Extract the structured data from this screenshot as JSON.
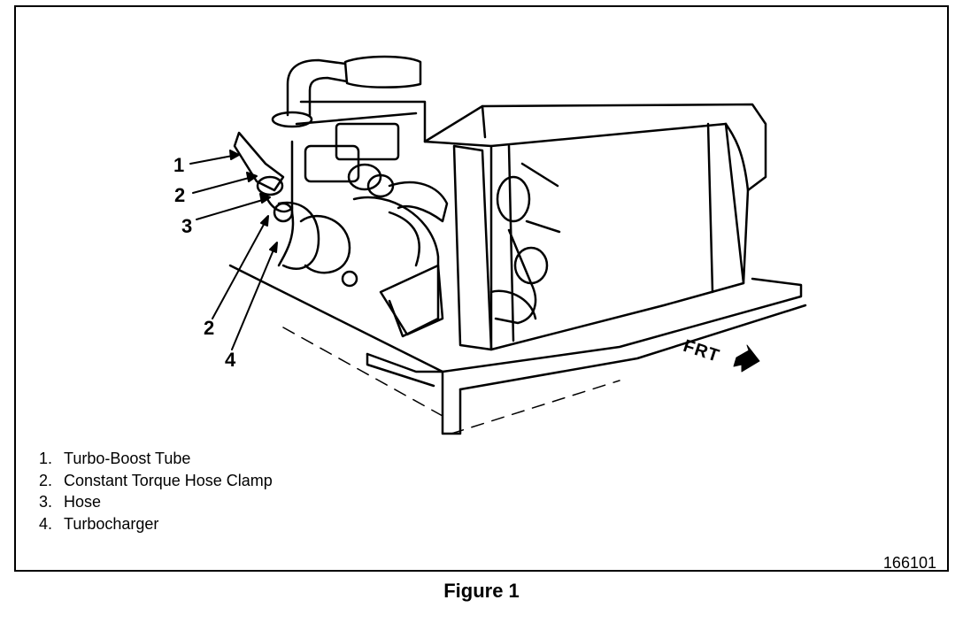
{
  "callouts": [
    "1",
    "2",
    "3",
    "2",
    "4"
  ],
  "direction_label": "FRT",
  "legend": [
    {
      "num": "1.",
      "label": "Turbo-Boost Tube"
    },
    {
      "num": "2.",
      "label": "Constant Torque Hose Clamp"
    },
    {
      "num": "3.",
      "label": "Hose"
    },
    {
      "num": "4.",
      "label": "Turbocharger"
    }
  ],
  "figure_number": "166101",
  "caption": "Figure 1"
}
